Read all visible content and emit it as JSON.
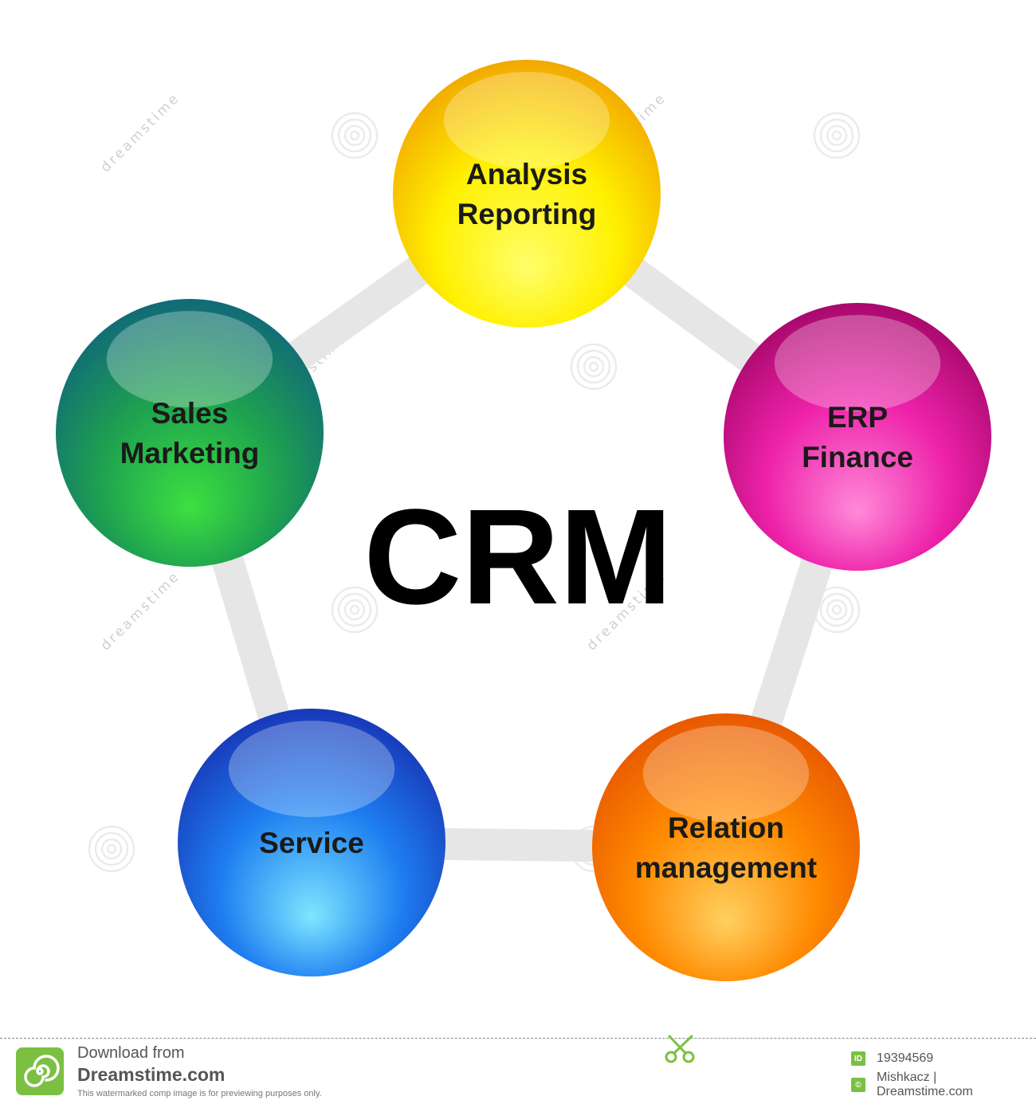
{
  "diagram": {
    "center_label": "CRM",
    "nodes": [
      {
        "lines": [
          "Analysis",
          "Reporting"
        ],
        "color_light": "#ffff6a",
        "color_mid": "#fff000",
        "color_dark": "#f2a800"
      },
      {
        "lines": [
          "ERP",
          "Finance"
        ],
        "color_light": "#ff8ad8",
        "color_mid": "#ee22aa",
        "color_dark": "#a8086c"
      },
      {
        "lines": [
          "Relation",
          "management"
        ],
        "color_light": "#ffd060",
        "color_mid": "#ff8a00",
        "color_dark": "#e85800"
      },
      {
        "lines": [
          "Service"
        ],
        "color_light": "#7ee6ff",
        "color_mid": "#1e7ef0",
        "color_dark": "#1838b8"
      },
      {
        "lines": [
          "Sales",
          "Marketing"
        ],
        "color_light": "#3ce040",
        "color_mid": "#1ea050",
        "color_dark": "#116a78"
      }
    ],
    "ring_color": "#e6e6e6",
    "watermark": "dreamstime"
  },
  "footer": {
    "download_text": "Download from",
    "site_name": "Dreamstime.com",
    "note": "This watermarked comp image is for previewing purposes only.",
    "id_badge": "ID",
    "image_id": "19394569",
    "copyright_badge": "©",
    "credit": "Mishkacz | Dreamstime.com",
    "scissors_color": "#7bc043"
  }
}
